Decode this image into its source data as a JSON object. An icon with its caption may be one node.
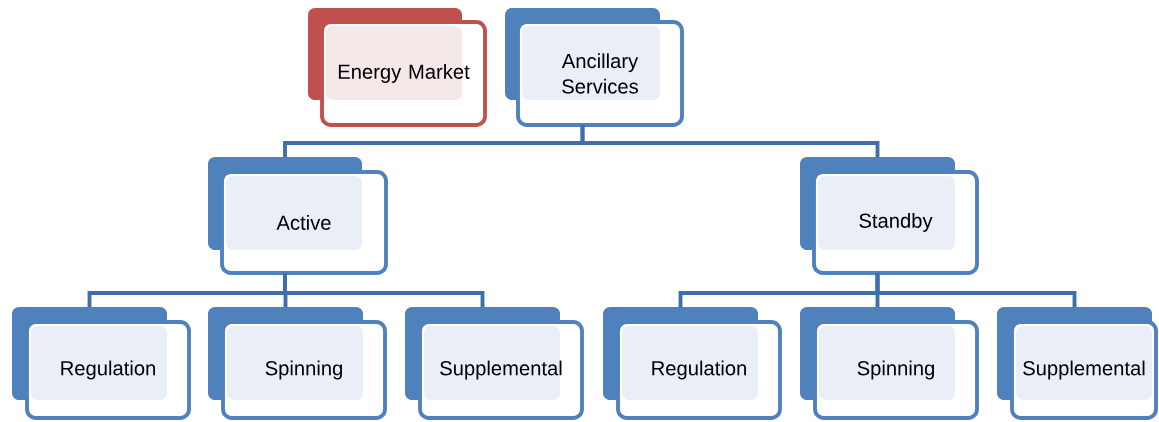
{
  "diagram": {
    "nodes": [
      {
        "text": [
          "Energy Market"
        ]
      },
      {
        "text": [
          "Ancillary Services"
        ]
      },
      {
        "text": [
          "Active"
        ]
      },
      {
        "text": [
          "Standby"
        ]
      },
      {
        "text": [
          "Regulation"
        ]
      },
      {
        "text": [
          "Spinning"
        ]
      },
      {
        "text": [
          "Supplemental"
        ]
      },
      {
        "text": [
          "Regulation"
        ]
      },
      {
        "text": [
          "Spinning"
        ]
      },
      {
        "text": [
          "Supplemental"
        ]
      }
    ],
    "edges": [
      {
        "from": 1,
        "to": 2,
        "arrow": "none"
      },
      {
        "from": 1,
        "to": 3,
        "arrow": "none"
      },
      {
        "from": 2,
        "to": 4,
        "arrow": "none"
      },
      {
        "from": 2,
        "to": 5,
        "arrow": "none"
      },
      {
        "from": 2,
        "to": 6,
        "arrow": "none"
      },
      {
        "from": 3,
        "to": 7,
        "arrow": "none"
      },
      {
        "from": 3,
        "to": 8,
        "arrow": "none"
      },
      {
        "from": 3,
        "to": 9,
        "arrow": "none"
      }
    ]
  }
}
